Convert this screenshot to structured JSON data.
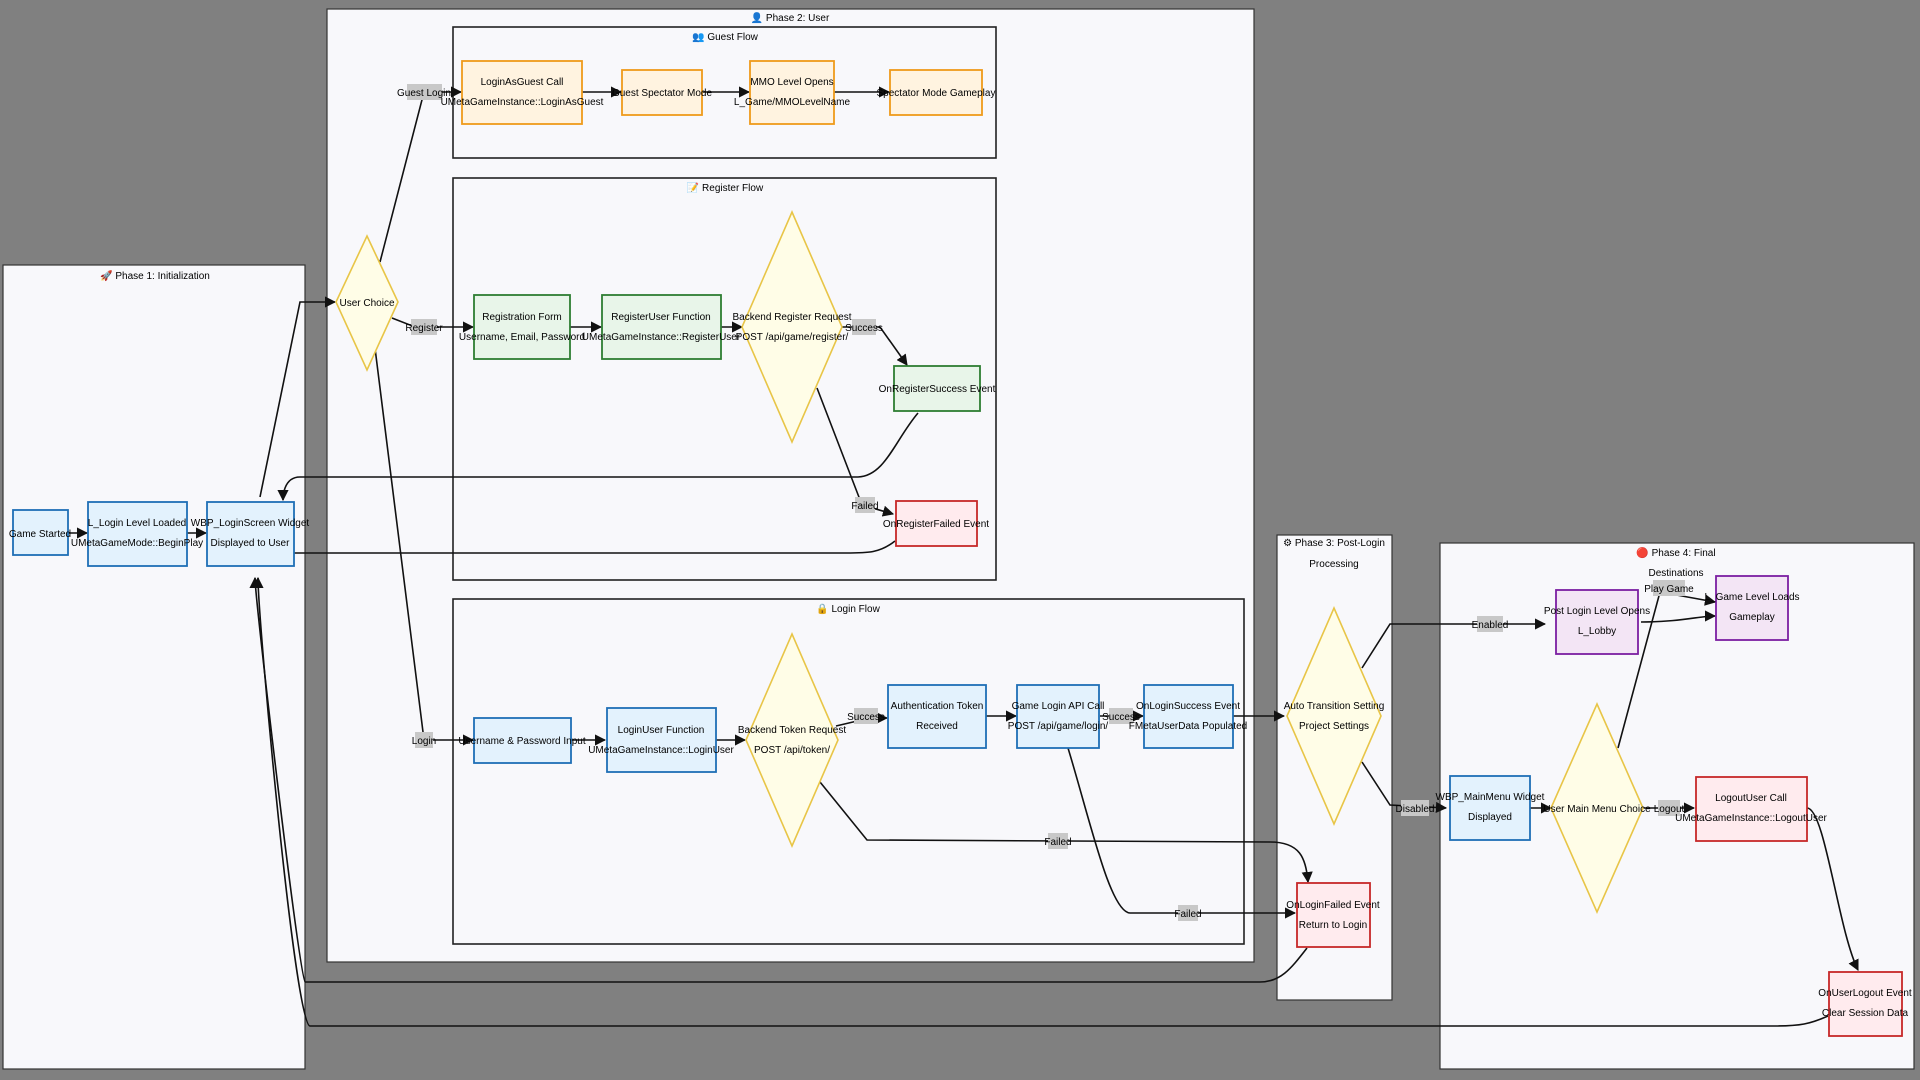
{
  "phases": {
    "p1": {
      "icon": "🚀",
      "title": "Phase 1: Initialization"
    },
    "p2": {
      "icon": "👤",
      "title": "Phase 2: User"
    },
    "p3": {
      "icon": "⚙",
      "title": [
        "Phase 3: Post-Login",
        "Processing"
      ]
    },
    "p4": {
      "icon": "🔴",
      "title": [
        "Phase 4: Final",
        "Destinations"
      ]
    }
  },
  "flows": {
    "guest": {
      "icon": "👥",
      "title": "Guest Flow"
    },
    "register": {
      "icon": "📝",
      "title": "Register Flow"
    },
    "login": {
      "icon": "🔒",
      "title": "Login Flow"
    }
  },
  "nodes": {
    "game_started": [
      "Game Started"
    ],
    "login_level": [
      "L_Login Level Loaded",
      "UMetaGameMode::BeginPlay"
    ],
    "login_widget": [
      "WBP_LoginScreen Widget",
      "Displayed to User"
    ],
    "user_choice": [
      "User Choice"
    ],
    "guest_call": [
      "LoginAsGuest Call",
      "UMetaGameInstance::LoginAsGuest"
    ],
    "guest_spectator": [
      "Guest Spectator Mode"
    ],
    "mmo_level": [
      "MMO Level Opens",
      "L_Game/MMOLevelName"
    ],
    "spectator_gameplay": [
      "Spectator Mode Gameplay"
    ],
    "reg_form": [
      "Registration Form",
      "Username, Email, Password"
    ],
    "reg_function": [
      "RegisterUser Function",
      "UMetaGameInstance::RegisterUser"
    ],
    "backend_register": [
      "Backend Register Request",
      "POST /api/game/register/"
    ],
    "reg_success": [
      "OnRegisterSuccess Event"
    ],
    "reg_failed": [
      "OnRegisterFailed Event"
    ],
    "user_pass_input": [
      "Username & Password Input"
    ],
    "login_function": [
      "LoginUser Function",
      "UMetaGameInstance::LoginUser"
    ],
    "backend_token": [
      "Backend Token Request",
      "POST /api/token/"
    ],
    "auth_token": [
      "Authentication Token",
      "Received"
    ],
    "game_login_api": [
      "Game Login API Call",
      "POST /api/game/login/"
    ],
    "login_success": [
      "OnLoginSuccess Event",
      "FMetaUserData Populated"
    ],
    "login_failed": [
      "OnLoginFailed Event",
      "Return to Login"
    ],
    "auto_transition": [
      "Auto Transition Setting",
      "Project Settings"
    ],
    "post_login_level": [
      "Post Login Level Opens",
      "L_Lobby"
    ],
    "game_level": [
      "L_Game Level Loads",
      "Gameplay"
    ],
    "main_menu": [
      "WBP_MainMenu Widget",
      "Displayed"
    ],
    "user_menu_choice": [
      "User Main Menu Choice"
    ],
    "logout_call": [
      "LogoutUser Call",
      "UMetaGameInstance::LogoutUser"
    ],
    "logout_event": [
      "OnUserLogout Event",
      "Clear Session Data"
    ]
  },
  "edge_labels": {
    "guest_login": "Guest Login",
    "register": "Register",
    "login": "Login",
    "reg_success": "Success",
    "reg_failed": "Failed",
    "token_success": "Success",
    "token_failed": "Failed",
    "api_success": "Success",
    "api_failed": "Failed",
    "enabled": "Enabled",
    "disabled": "Disabled",
    "logout": "Logout",
    "play_game": "Play Game"
  },
  "colors": {
    "background": "#808080",
    "cluster_fill": "#f8f8fb",
    "node_blue_fill": "#e3f2fd",
    "node_blue_stroke": "#1e6fb6",
    "node_orange_fill": "#fff3e0",
    "node_orange_stroke": "#ef9a1a",
    "node_green_fill": "#e8f5e9",
    "node_green_stroke": "#2e7d32",
    "node_red_fill": "#ffebee",
    "node_red_stroke": "#c62828",
    "node_purple_fill": "#f3e5f5",
    "node_purple_stroke": "#7b1fa2",
    "decision_fill": "#fffde7",
    "decision_stroke": "#e8c547",
    "label_bg": "#c8c8c8"
  }
}
